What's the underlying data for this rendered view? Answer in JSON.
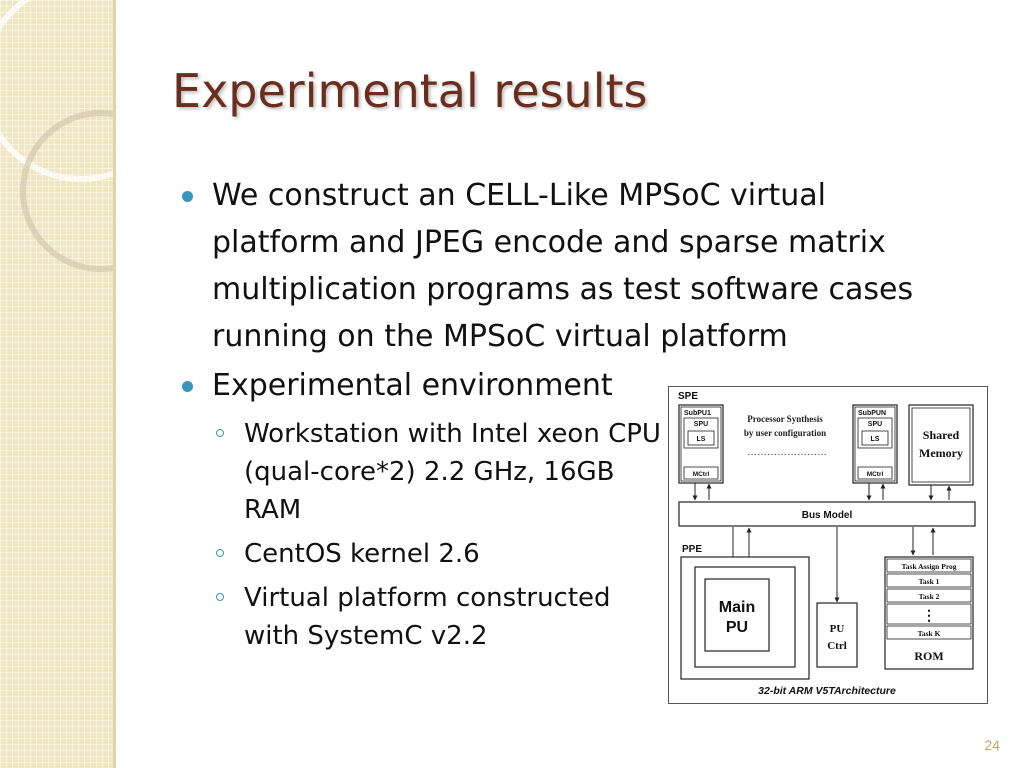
{
  "slide": {
    "title": "Experimental results",
    "page_number": "24"
  },
  "bullets": [
    "We construct an CELL-Like MPSoC virtual platform and JPEG encode and sparse matrix multiplication programs as test software cases running on the MPSoC virtual platform",
    "Experimental environment"
  ],
  "sub_bullets": [
    "Workstation with Intel xeon CPU (qual-core*2) 2.2 GHz, 16GB RAM",
    "CentOS kernel 2.6",
    "Virtual platform constructed with SystemC v2.2"
  ],
  "diagram": {
    "spe_label": "SPE",
    "subpu1": "SubPU1",
    "subpun": "SubPUN",
    "spu": "SPU",
    "ls": "LS",
    "mctrl": "MCtrl",
    "synthesis_line1": "Processor Synthesis",
    "synthesis_line2": "by user configuration",
    "dots": "……………………",
    "shared_line1": "Shared",
    "shared_line2": "Memory",
    "bus": "Bus Model",
    "ppe_label": "PPE",
    "main_line1": "Main",
    "main_line2": "PU",
    "pu_line1": "PU",
    "pu_line2": "Ctrl",
    "task_assign": "Task Assign Prog",
    "task1": "Task 1",
    "task2": "Task 2",
    "vdots": "⋮",
    "taskk": "Task K",
    "rom": "ROM",
    "caption": "32-bit ARM V5TArchitecture"
  }
}
